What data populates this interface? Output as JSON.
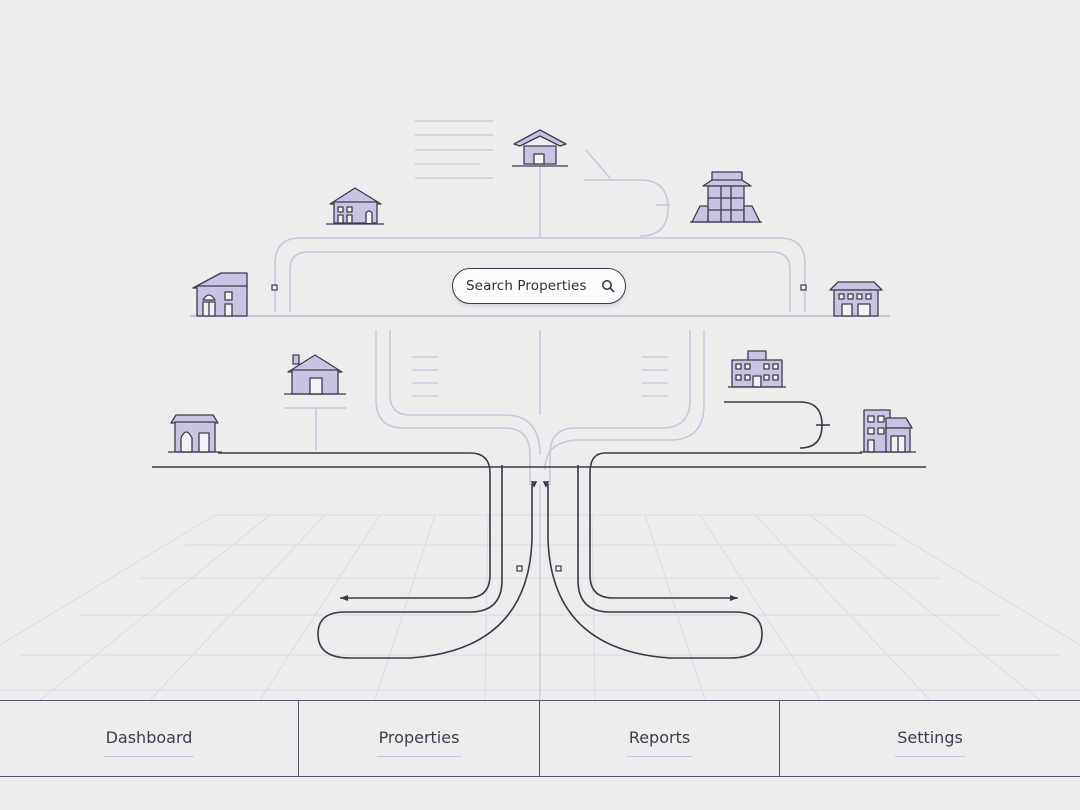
{
  "search": {
    "label": "Search Properties",
    "icon": "search-icon"
  },
  "nav": {
    "items": [
      {
        "label": "Dashboard"
      },
      {
        "label": "Properties"
      },
      {
        "label": "Reports"
      },
      {
        "label": "Settings"
      }
    ]
  },
  "colors": {
    "background": "#ededee",
    "line_dark": "#3a3948",
    "line_light": "#c9c6dc",
    "building_fill": "#cac4e4",
    "building_stroke": "#3c3b4d"
  }
}
